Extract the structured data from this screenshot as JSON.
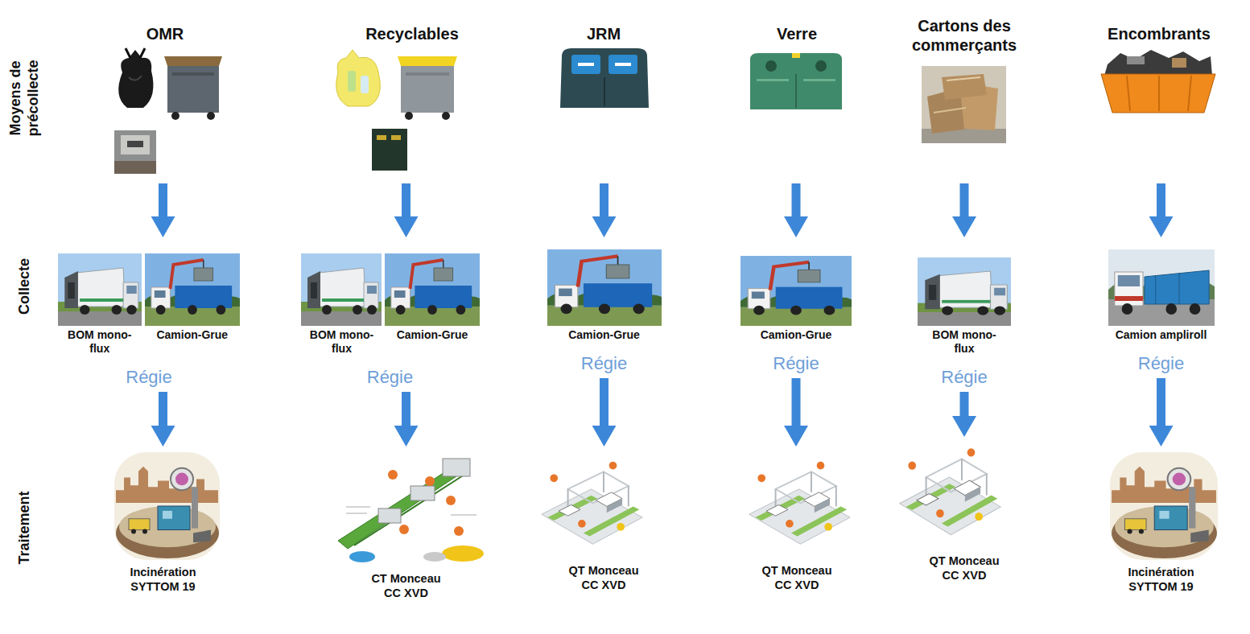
{
  "diagram": {
    "nodes": [
      {
        "text": [
          "OMR"
        ]
      },
      {
        "text": [
          "Recyclables"
        ]
      },
      {
        "text": [
          "JRM"
        ]
      },
      {
        "text": [
          "Verre"
        ]
      },
      {
        "text": [
          "Cartons des commerçants"
        ]
      },
      {
        "text": [
          "Encombrants"
        ]
      },
      {
        "text": [
          "BOM mono-flux",
          "Camion-Grue",
          "Régie"
        ]
      },
      {
        "text": [
          "BOM mono-flux",
          "Camion-Grue",
          "Régie"
        ]
      },
      {
        "text": [
          "Camion-Grue",
          "Régie"
        ]
      },
      {
        "text": [
          "Camion-Grue",
          "Régie"
        ]
      },
      {
        "text": [
          "BOM mono-flux",
          "Régie"
        ]
      },
      {
        "text": [
          "Camion ampliroll",
          "Régie"
        ]
      },
      {
        "text": [
          "Incinération SYTTOM 19"
        ]
      },
      {
        "text": [
          "CT Monceau CC XVD"
        ]
      },
      {
        "text": [
          "QT Monceau CC XVD"
        ]
      },
      {
        "text": [
          "QT Monceau CC XVD"
        ]
      },
      {
        "text": [
          "QT Monceau CC XVD"
        ]
      },
      {
        "text": [
          "Incinération SYTTOM 19"
        ]
      }
    ],
    "edges": [
      {
        "from": 0,
        "to": 6,
        "arrow": "to"
      },
      {
        "from": 1,
        "to": 7,
        "arrow": "to"
      },
      {
        "from": 2,
        "to": 8,
        "arrow": "to"
      },
      {
        "from": 3,
        "to": 9,
        "arrow": "to"
      },
      {
        "from": 4,
        "to": 10,
        "arrow": "to"
      },
      {
        "from": 5,
        "to": 11,
        "arrow": "to"
      },
      {
        "from": 6,
        "to": 12,
        "arrow": "to"
      },
      {
        "from": 7,
        "to": 13,
        "arrow": "to"
      },
      {
        "from": 8,
        "to": 14,
        "arrow": "to"
      },
      {
        "from": 9,
        "to": 15,
        "arrow": "to"
      },
      {
        "from": 10,
        "to": 16,
        "arrow": "to"
      },
      {
        "from": 11,
        "to": 17,
        "arrow": "to"
      }
    ],
    "labels": [
      "Moyens de précollecte",
      "Collecte",
      "Traitement"
    ]
  }
}
